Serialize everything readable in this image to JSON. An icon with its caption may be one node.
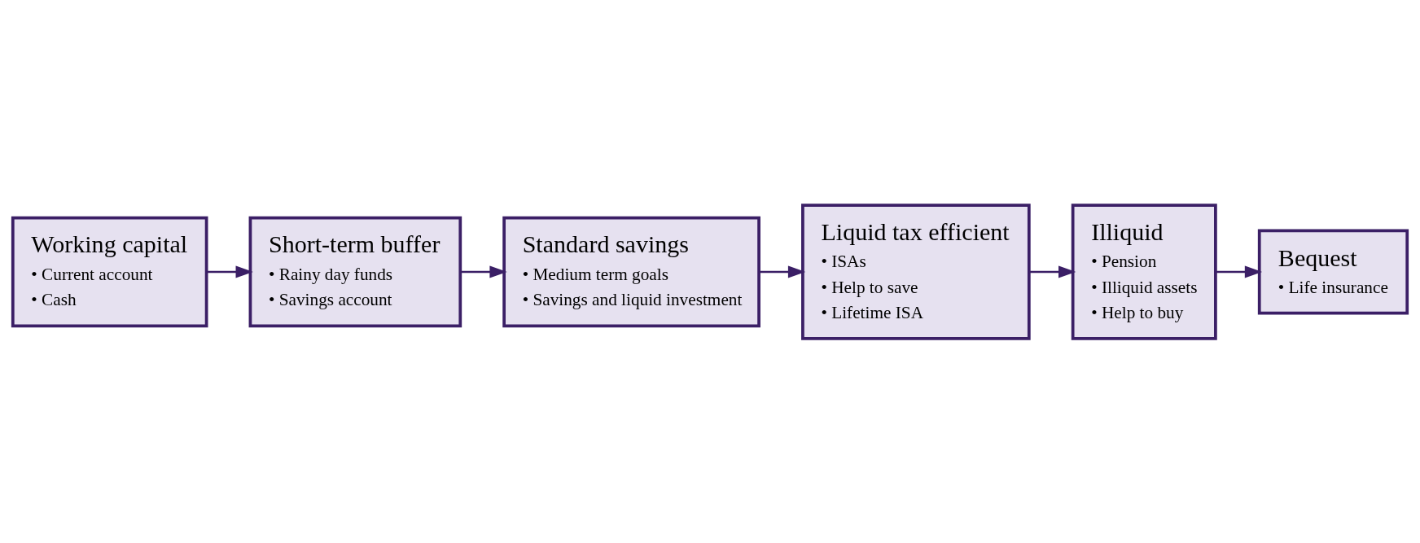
{
  "diagram": {
    "nodes": [
      {
        "text": [
          "Working capital",
          "• Current account",
          "• Cash"
        ]
      },
      {
        "text": [
          "Short-term buffer",
          "• Rainy day funds",
          "• Savings account"
        ]
      },
      {
        "text": [
          "Standard savings",
          "• Medium term goals",
          "• Savings and liquid investment"
        ]
      },
      {
        "text": [
          "Liquid tax efficient",
          "• ISAs",
          "• Help to save",
          "• Lifetime ISA"
        ]
      },
      {
        "text": [
          "Illiquid",
          "• Pension",
          "• Illiquid assets",
          "• Help to buy"
        ]
      },
      {
        "text": [
          "Bequest",
          "• Life insurance"
        ]
      }
    ],
    "edges": [
      {
        "from": 0,
        "to": 1,
        "arrow": "to"
      },
      {
        "from": 1,
        "to": 2,
        "arrow": "to"
      },
      {
        "from": 2,
        "to": 3,
        "arrow": "to"
      },
      {
        "from": 3,
        "to": 4,
        "arrow": "to"
      },
      {
        "from": 4,
        "to": 5,
        "arrow": "to"
      }
    ]
  }
}
